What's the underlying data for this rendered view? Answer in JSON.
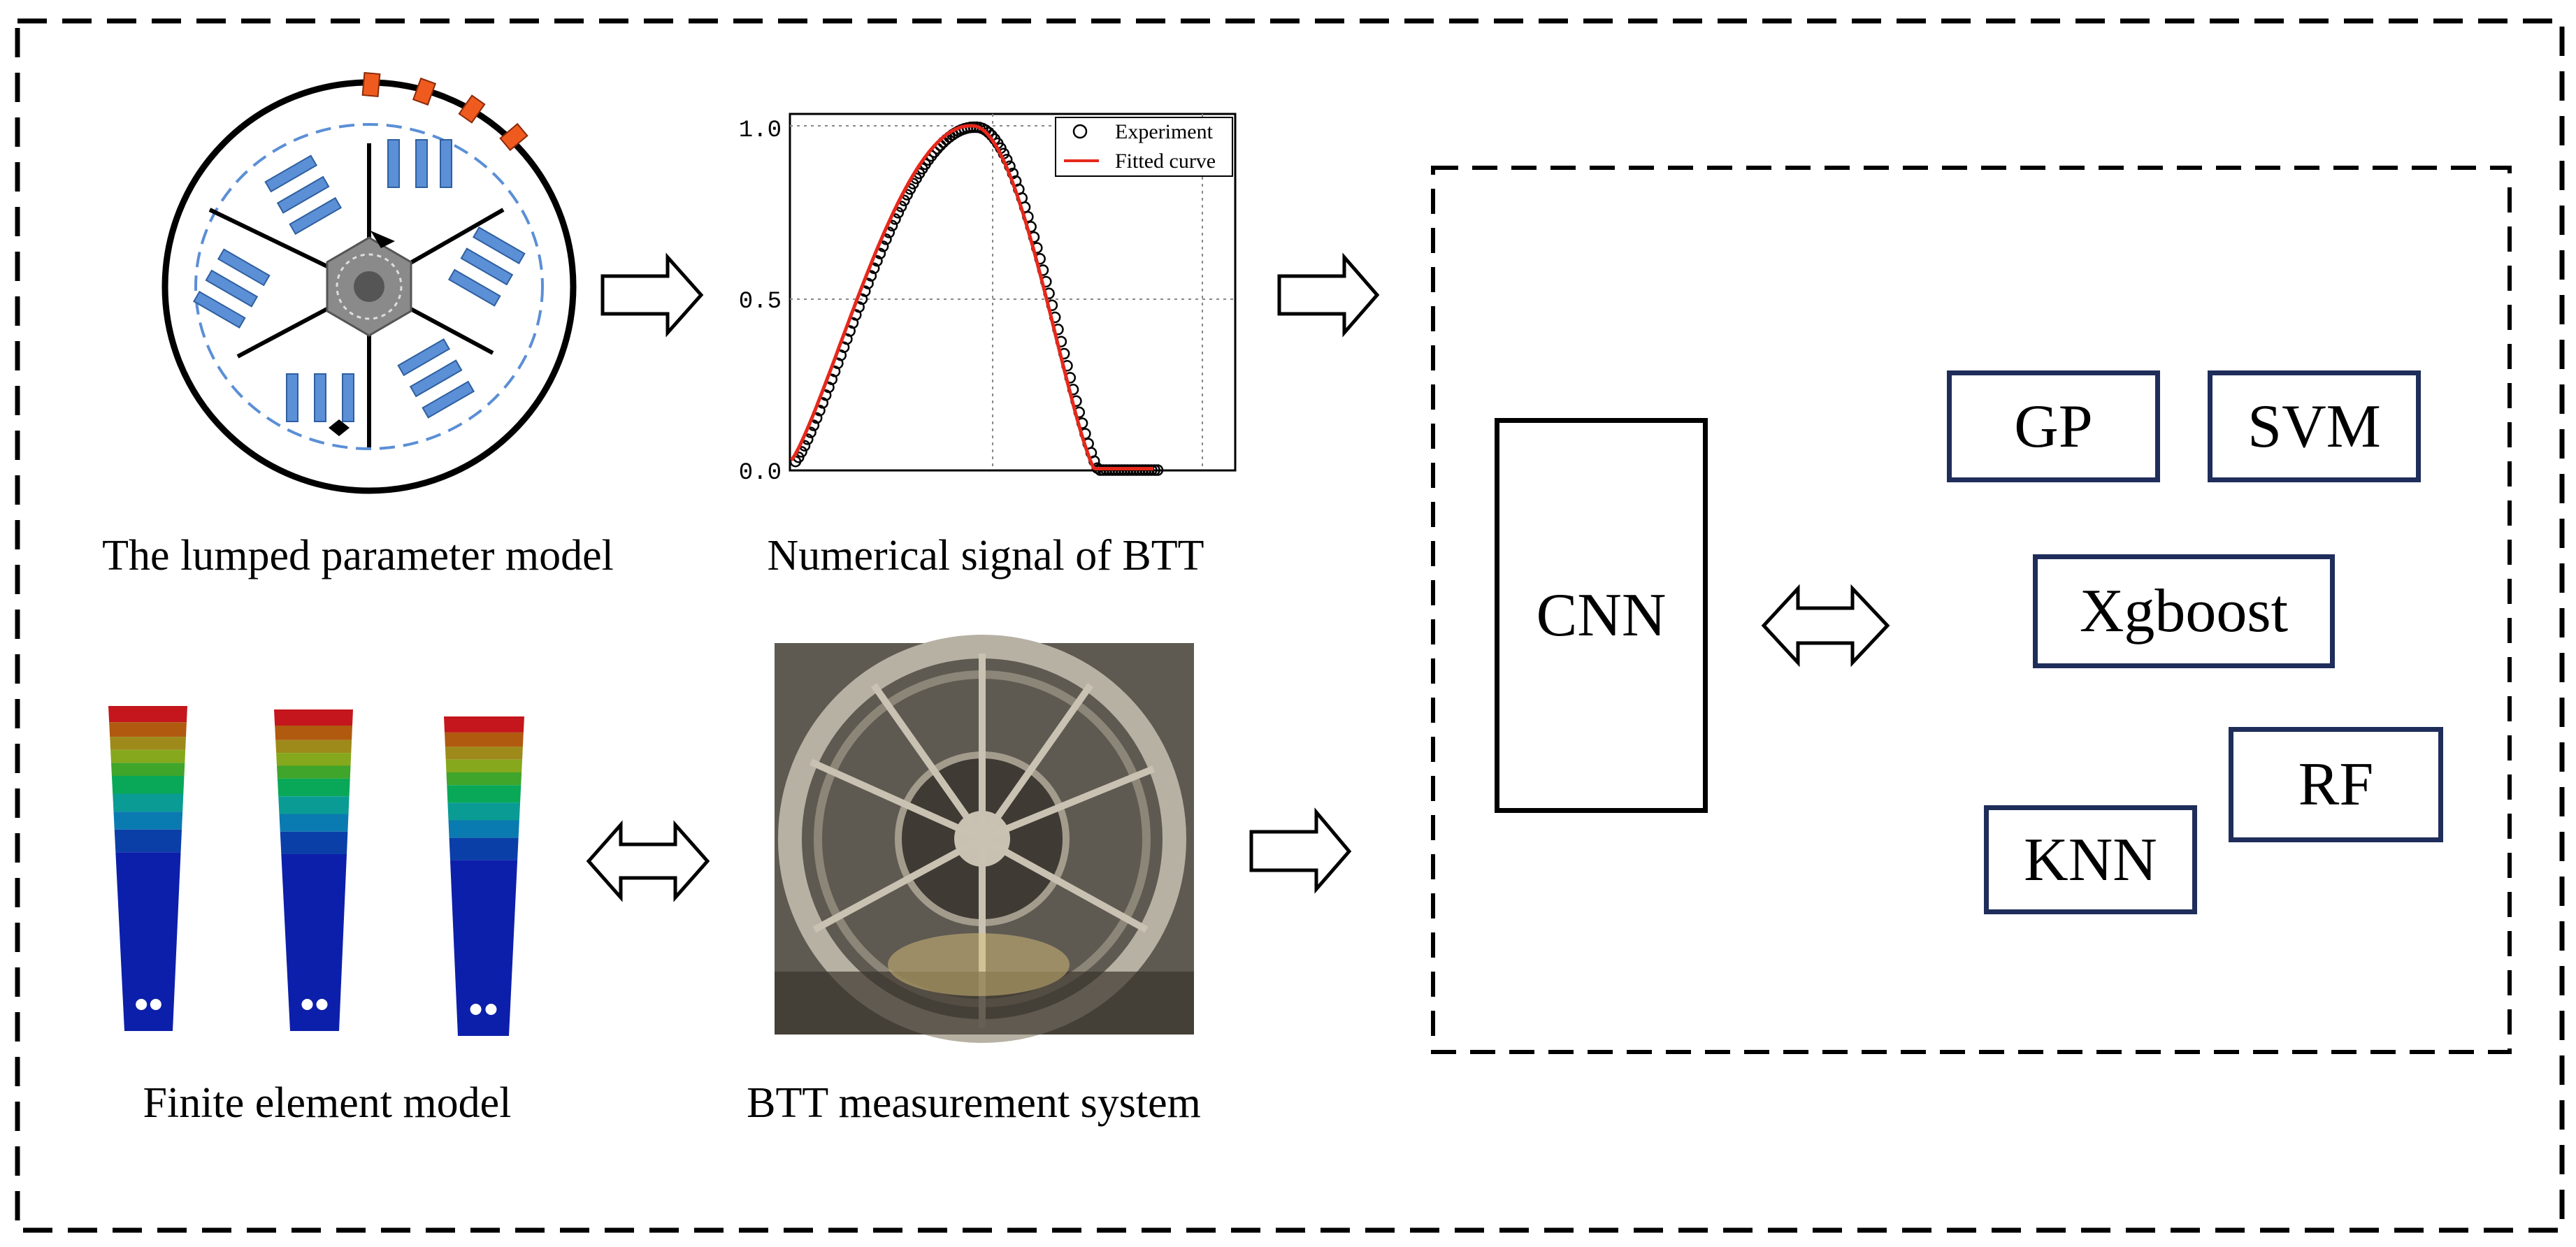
{
  "panels": {
    "lumped": {
      "caption": "The lumped parameter model"
    },
    "signal": {
      "caption": "Numerical signal  of BTT"
    },
    "fem": {
      "caption": "Finite element model"
    },
    "btt": {
      "caption": "BTT measurement system"
    }
  },
  "signal_plot": {
    "y_ticks": [
      "1.0",
      "0.5",
      "0.0"
    ],
    "legend": {
      "experiment": "Experiment",
      "fitted": "Fitted curve"
    },
    "colors": {
      "fitted": "#e5281b",
      "experiment": "#000000"
    }
  },
  "models": {
    "cnn": "CNN",
    "gp": "GP",
    "svm": "SVM",
    "xgboost": "Xgboost",
    "rf": "RF",
    "knn": "KNN",
    "border_color": "#1f2d5a"
  },
  "fem_colors": [
    "#c4161c",
    "#b05a10",
    "#9d8a1a",
    "#86a81c",
    "#3fa52b",
    "#09a858",
    "#0a9c94",
    "#0a7bb0",
    "#0a3fa8",
    "#0c1faa"
  ],
  "icons": [
    "right-arrow-icon",
    "double-arrow-icon",
    "sensor-icon"
  ]
}
